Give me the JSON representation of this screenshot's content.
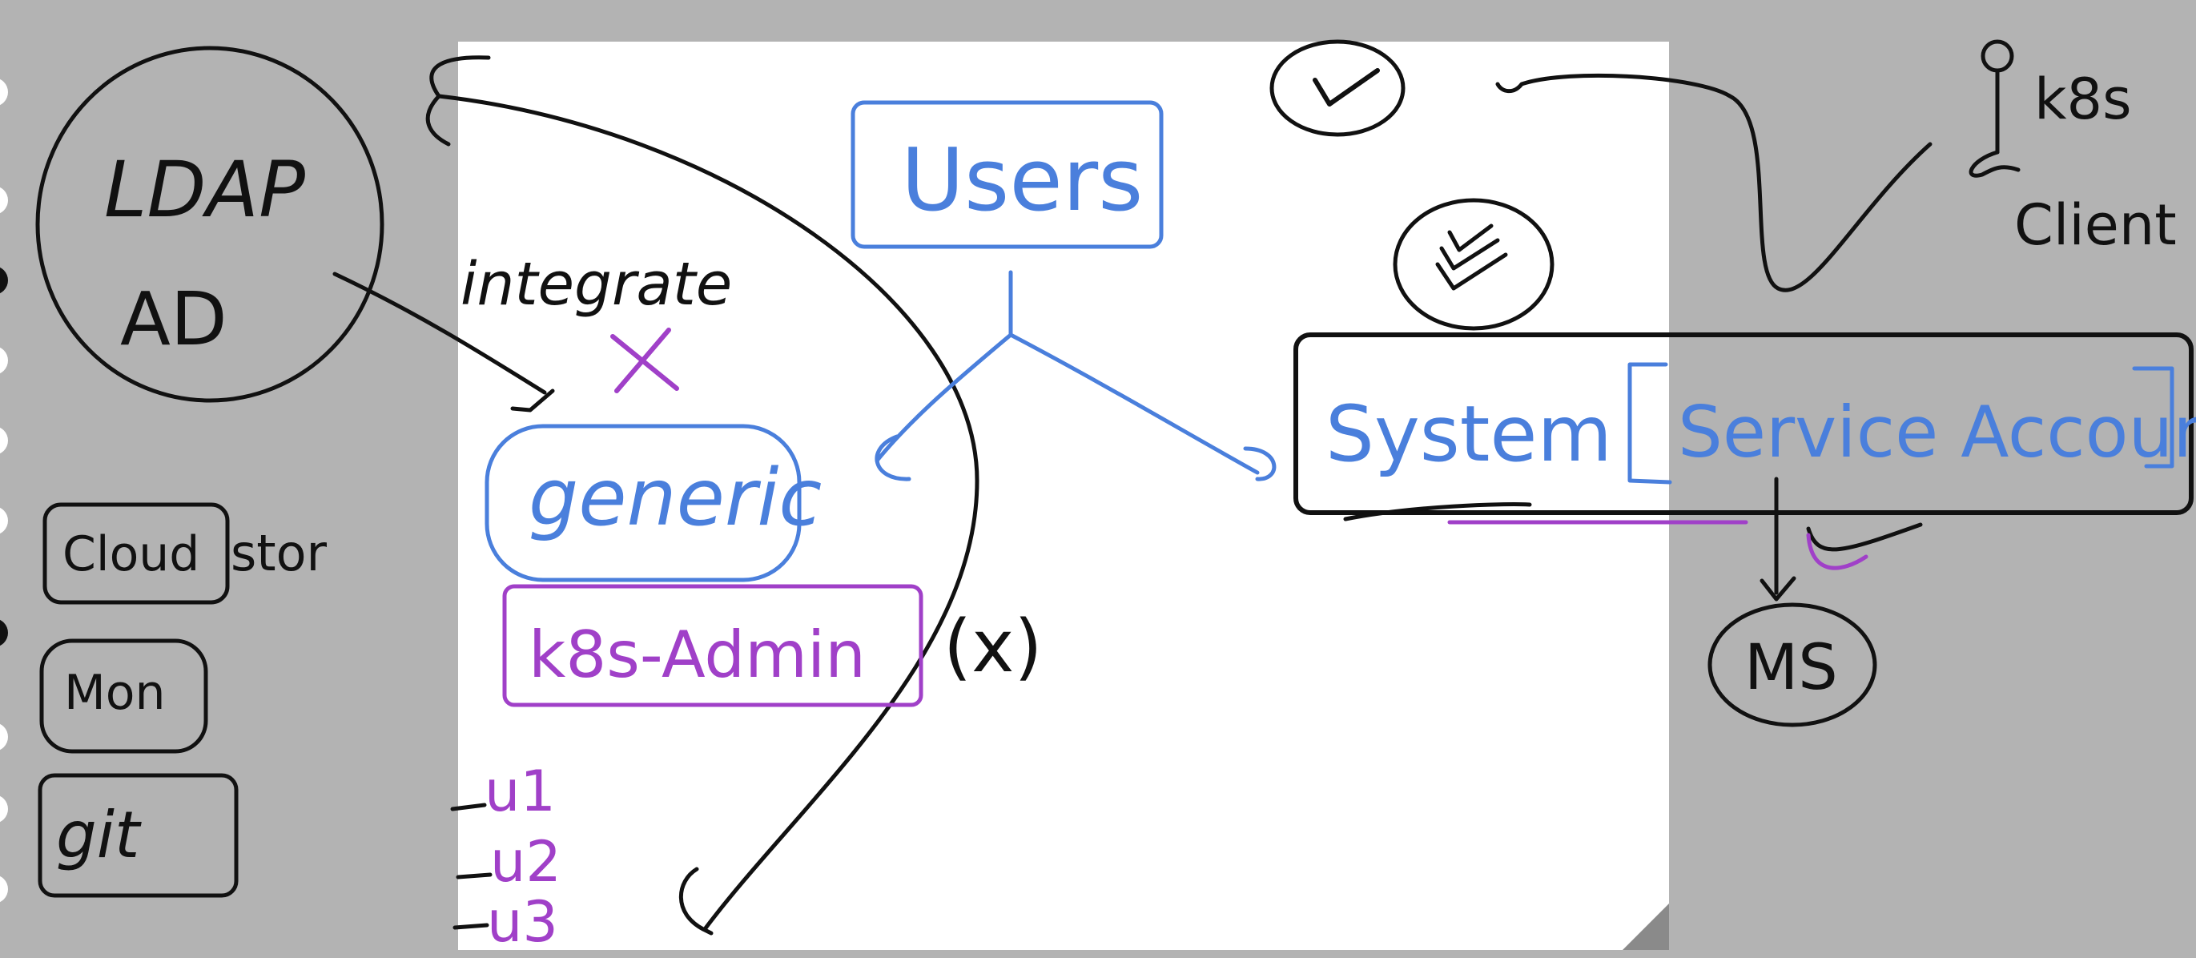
{
  "colors": {
    "background": "#b3b3b3",
    "page": "#ffffff",
    "ink_black": "#111111",
    "ink_blue": "#4a7fdc",
    "ink_purple": "#a040c8",
    "corner_fold": "#8a8a8a",
    "side_dot": "#ffffff"
  },
  "labels": {
    "ldap": "LDAP",
    "ad": "AD",
    "integrate": "integrate",
    "cloud": "Cloud",
    "stor": "stor",
    "mon": "Mon",
    "git": "git",
    "users": "Users",
    "generic": "generic",
    "k8s_admin": "k8s-Admin",
    "u1": "u1",
    "u2": "u2",
    "u3": "u3",
    "x_mark": "(x)",
    "system": "System",
    "service_account": "Service Account",
    "ms": "MS",
    "k8s": "k8s",
    "client": "Client"
  },
  "icons": {
    "check_top": "check-icon",
    "check_stack": "double-check-icon",
    "cross": "cross-icon",
    "stick_figure": "person-icon"
  }
}
